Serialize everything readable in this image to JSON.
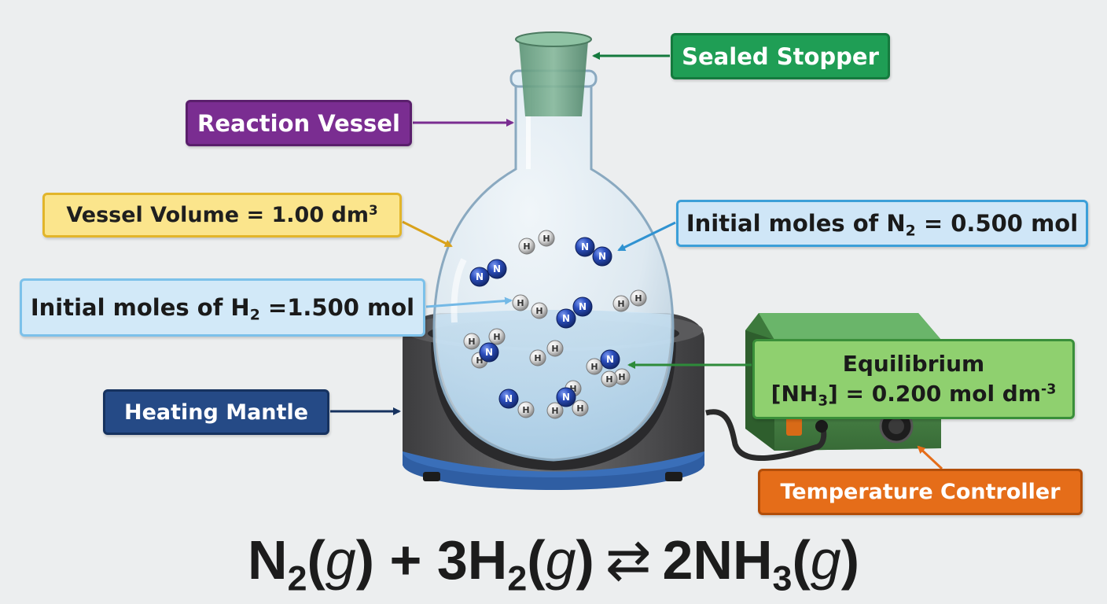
{
  "labels": {
    "sealed_stopper": "Sealed Stopper",
    "reaction_vessel": "Reaction Vessel",
    "vessel_volume": "Vessel Volume = 1.00 dm",
    "vessel_volume_exp": "3",
    "n2_prefix": "Initial moles of N",
    "n2_sub": "2",
    "n2_suffix": " = 0.500 mol",
    "h2_prefix": "Initial moles of H",
    "h2_sub": "2",
    "h2_suffix": " =1.500 mol",
    "heating_mantle": "Heating Mantle",
    "equilibrium_title": "Equilibrium",
    "eq_prefix": "[NH",
    "eq_sub": "3",
    "eq_suffix": "] = 0.200 mol dm",
    "eq_exp": "-3",
    "temperature_controller": "Temperature Controller"
  },
  "equation": {
    "n2": "N",
    "n2_sub": "2",
    "state": "g",
    "plus": "+",
    "h2_coeff": "3H",
    "h2_sub": "2",
    "arrow": "⇄",
    "nh3_coeff": "2NH",
    "nh3_sub": "3"
  },
  "molecules": [
    {
      "kind": "H2",
      "atoms": [
        "H",
        "H"
      ]
    },
    {
      "kind": "N2",
      "atoms": [
        "N",
        "N"
      ]
    },
    {
      "kind": "N2",
      "atoms": [
        "N",
        "N"
      ]
    },
    {
      "kind": "H2",
      "atoms": [
        "H",
        "H"
      ]
    },
    {
      "kind": "N2",
      "atoms": [
        "N",
        "N"
      ]
    },
    {
      "kind": "H2",
      "atoms": [
        "H",
        "H"
      ]
    },
    {
      "kind": "NH3",
      "atoms": [
        "N",
        "H",
        "H",
        "H"
      ]
    },
    {
      "kind": "H2",
      "atoms": [
        "H",
        "H"
      ]
    },
    {
      "kind": "NH3",
      "atoms": [
        "N",
        "H",
        "H",
        "H"
      ]
    },
    {
      "kind": "NH3",
      "atoms": [
        "N",
        "H",
        "H"
      ]
    },
    {
      "kind": "NH3",
      "atoms": [
        "N",
        "H",
        "H",
        "H"
      ]
    }
  ],
  "colors": {
    "stopper": "#1f9e55",
    "vessel": "#7a2d91",
    "volume": "#fbe58c",
    "n2_label": "#cfe6f7",
    "mantle_label": "#254a86",
    "equilibrium": "#8fd06f",
    "temperature": "#e56d19",
    "nitrogen_atom": "#2244a8",
    "hydrogen_atom": "#e6e6e6"
  }
}
